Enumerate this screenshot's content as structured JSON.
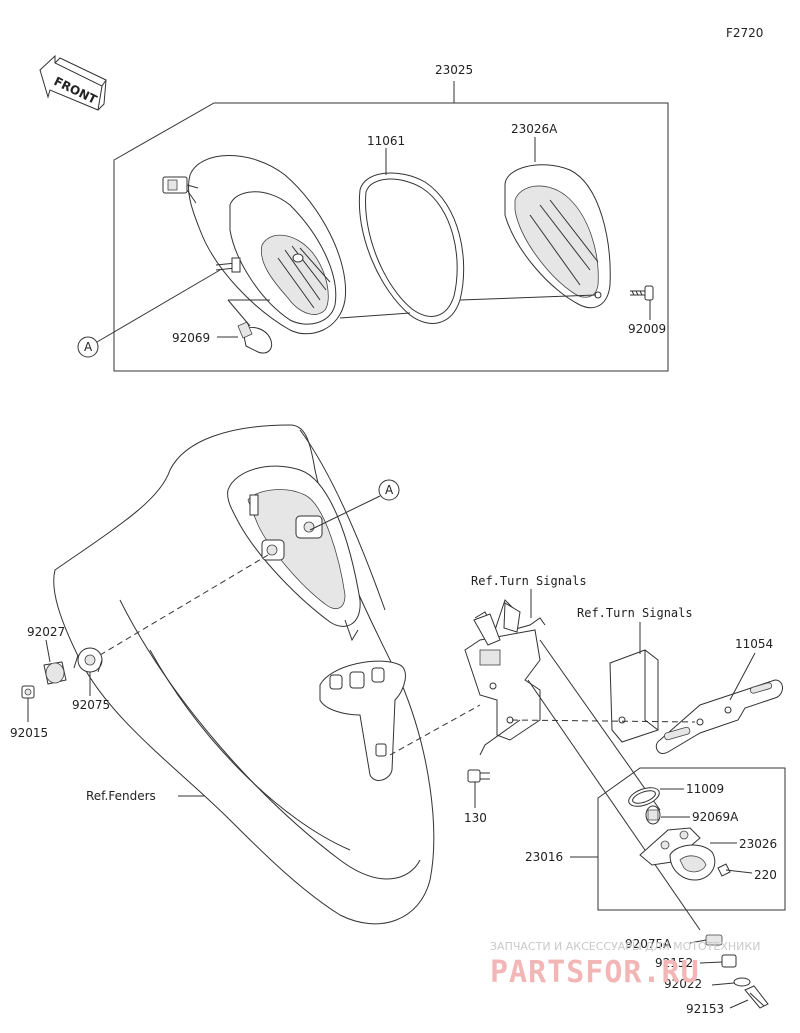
{
  "figure_code": "F2720",
  "front_label": "FRONT",
  "callout_letter": "A",
  "parts": {
    "p23025": "23025",
    "p11061": "11061",
    "p23026A": "23026A",
    "p92069": "92069",
    "p92009": "92009",
    "p92027": "92027",
    "p92075": "92075",
    "p92015": "92015",
    "p11054": "11054",
    "p11009": "11009",
    "p92069A": "92069A",
    "p23026": "23026",
    "p220": "220",
    "p23016": "23016",
    "p130": "130",
    "p92075A": "92075A",
    "p92152": "92152",
    "p92022": "92022",
    "p92153": "92153"
  },
  "refs": {
    "turn_signals_1": "Ref.Turn Signals",
    "turn_signals_2": "Ref.Turn Signals",
    "fenders": "Ref.Fenders"
  },
  "watermark": {
    "line1": "ЗАПЧАСТИ И АКСЕССУАРЫ ДЛЯ МОТОТЕХНИКИ",
    "line2": "PARTSFOR.RU"
  }
}
